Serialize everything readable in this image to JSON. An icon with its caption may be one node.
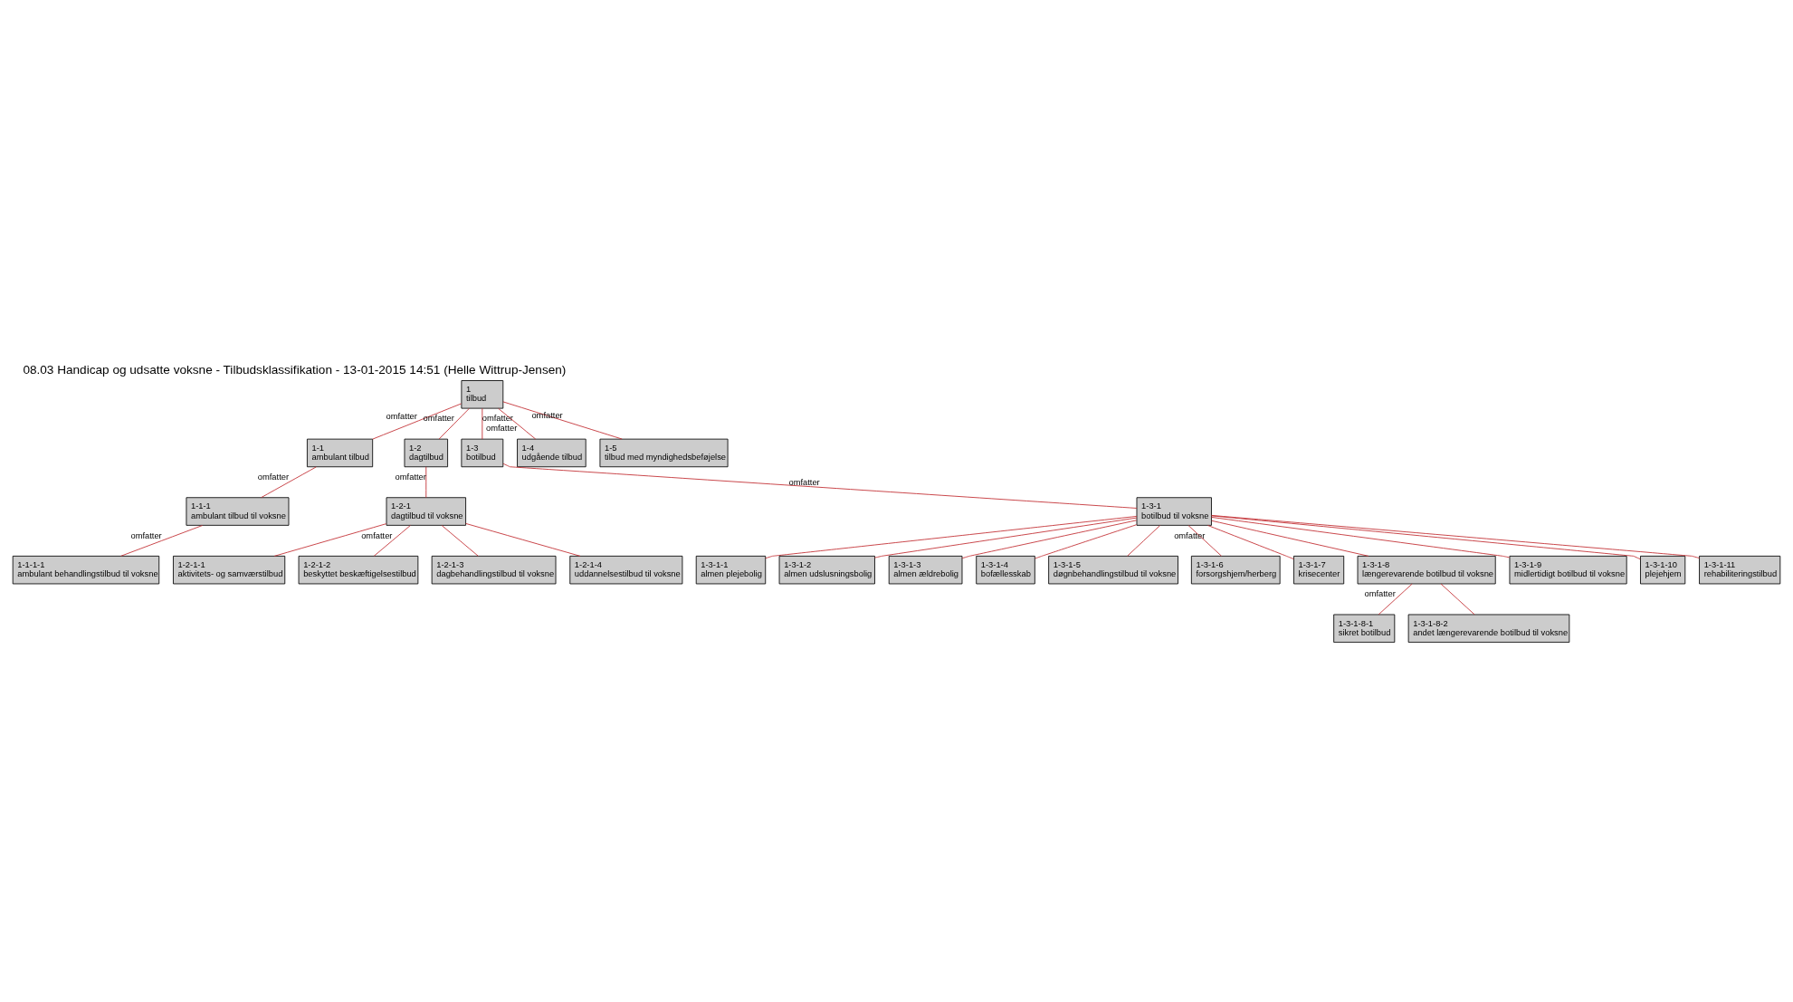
{
  "diagram": {
    "title": "08.03 Handicap og udsatte voksne - Tilbudsklassifikation - 13-01-2015 14:51 (Helle Wittrup-Jensen)",
    "nodes": [
      {
        "text": [
          "1",
          "tilbud"
        ]
      },
      {
        "text": [
          "1-1",
          "ambulant tilbud"
        ]
      },
      {
        "text": [
          "1-1-1",
          "ambulant tilbud til voksne"
        ]
      },
      {
        "text": [
          "1-1-1-1",
          "ambulant behandlingstilbud til voksne"
        ]
      },
      {
        "text": [
          "1-2",
          "dagtilbud"
        ]
      },
      {
        "text": [
          "1-2-1",
          "dagtilbud til voksne"
        ]
      },
      {
        "text": [
          "1-2-1-1",
          "aktivitets- og samværstilbud"
        ]
      },
      {
        "text": [
          "1-2-1-2",
          "beskyttet beskæftigelsestilbud"
        ]
      },
      {
        "text": [
          "1-2-1-3",
          "dagbehandlingstilbud til voksne"
        ]
      },
      {
        "text": [
          "1-2-1-4",
          "uddannelsestilbud til voksne"
        ]
      },
      {
        "text": [
          "1-3",
          "botilbud"
        ]
      },
      {
        "text": [
          "1-3-1",
          "botilbud til voksne"
        ]
      },
      {
        "text": [
          "1-3-1-1",
          "almen plejebolig"
        ]
      },
      {
        "text": [
          "1-3-1-2",
          "almen udslusningsbolig"
        ]
      },
      {
        "text": [
          "1-3-1-3",
          "almen ældrebolig"
        ]
      },
      {
        "text": [
          "1-3-1-4",
          "bofællesskab"
        ]
      },
      {
        "text": [
          "1-3-1-5",
          "døgnbehandlingstilbud til voksne"
        ]
      },
      {
        "text": [
          "1-3-1-6",
          "forsorgshjem/herberg"
        ]
      },
      {
        "text": [
          "1-3-1-7",
          "krisecenter"
        ]
      },
      {
        "text": [
          "1-3-1-8",
          "længerevarende botilbud til voksne"
        ]
      },
      {
        "text": [
          "1-3-1-9",
          "midlertidigt botilbud til voksne"
        ]
      },
      {
        "text": [
          "1-3-1-10",
          "plejehjem"
        ]
      },
      {
        "text": [
          "1-3-1-11",
          "rehabiliteringstilbud"
        ]
      },
      {
        "text": [
          "1-3-1-8-1",
          "sikret botilbud"
        ]
      },
      {
        "text": [
          "1-3-1-8-2",
          "andet længerevarende botilbud til voksne"
        ]
      },
      {
        "text": [
          "1-4",
          "udgående tilbud"
        ]
      },
      {
        "text": [
          "1-5",
          "tilbud med myndighedsbeføjelse"
        ]
      }
    ],
    "edges": [
      {
        "from": 0,
        "to": 1,
        "arrow": "none",
        "label": "omfatter"
      },
      {
        "from": 1,
        "to": 2,
        "arrow": "none",
        "label": "omfatter"
      },
      {
        "from": 2,
        "to": 3,
        "arrow": "none",
        "label": "omfatter"
      },
      {
        "from": 0,
        "to": 4,
        "arrow": "none",
        "label": "omfatter"
      },
      {
        "from": 4,
        "to": 5,
        "arrow": "none",
        "label": "omfatter"
      },
      {
        "from": 5,
        "to": 6,
        "arrow": "none"
      },
      {
        "from": 5,
        "to": 7,
        "arrow": "none",
        "label": "omfatter"
      },
      {
        "from": 5,
        "to": 8,
        "arrow": "none"
      },
      {
        "from": 5,
        "to": 9,
        "arrow": "none"
      },
      {
        "from": 0,
        "to": 10,
        "arrow": "none",
        "label": "omfatter"
      },
      {
        "from": 10,
        "to": 11,
        "arrow": "none",
        "label": "omfatter"
      },
      {
        "from": 11,
        "to": 12,
        "arrow": "none"
      },
      {
        "from": 11,
        "to": 13,
        "arrow": "none"
      },
      {
        "from": 11,
        "to": 14,
        "arrow": "none"
      },
      {
        "from": 11,
        "to": 15,
        "arrow": "none"
      },
      {
        "from": 11,
        "to": 16,
        "arrow": "none"
      },
      {
        "from": 11,
        "to": 17,
        "arrow": "none",
        "label": "omfatter"
      },
      {
        "from": 11,
        "to": 18,
        "arrow": "none"
      },
      {
        "from": 11,
        "to": 19,
        "arrow": "none"
      },
      {
        "from": 11,
        "to": 20,
        "arrow": "none"
      },
      {
        "from": 11,
        "to": 21,
        "arrow": "none"
      },
      {
        "from": 11,
        "to": 22,
        "arrow": "none"
      },
      {
        "from": 19,
        "to": 23,
        "arrow": "none",
        "label": "omfatter"
      },
      {
        "from": 19,
        "to": 24,
        "arrow": "none"
      },
      {
        "from": 0,
        "to": 25,
        "arrow": "none",
        "label": "omfatter"
      },
      {
        "from": 0,
        "to": 26,
        "arrow": "none",
        "label": "omfatter"
      }
    ]
  }
}
